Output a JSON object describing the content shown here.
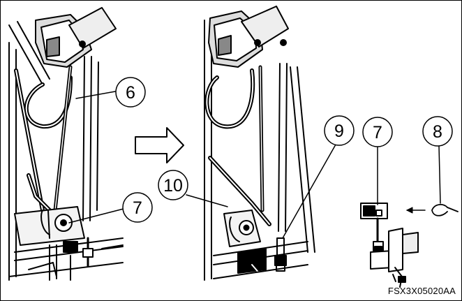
{
  "callouts": {
    "c6": "6",
    "c7_left": "7",
    "c9": "9",
    "c7_right": "7",
    "c8": "8",
    "c10": "10"
  },
  "figure_code": "FSX3X05020AA",
  "icons": {
    "arrow": "hollow-right-arrow",
    "small_arrow": "left-arrow",
    "pin": "snap-pin"
  }
}
